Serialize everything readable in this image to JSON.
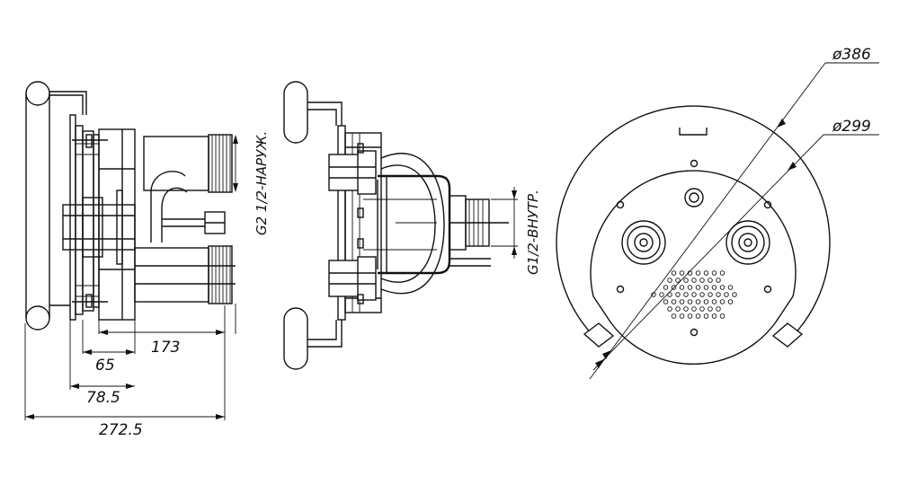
{
  "drawing": {
    "dimensions": {
      "d173": "173",
      "d65": "65",
      "d78_5": "78.5",
      "d272_5": "272.5"
    },
    "thread_labels": {
      "outer": "G2 1/2-НАРУЖ.",
      "inner": "G1/2-ВНУТР."
    },
    "diameters": {
      "outer": "ø386",
      "inner": "ø299"
    }
  }
}
